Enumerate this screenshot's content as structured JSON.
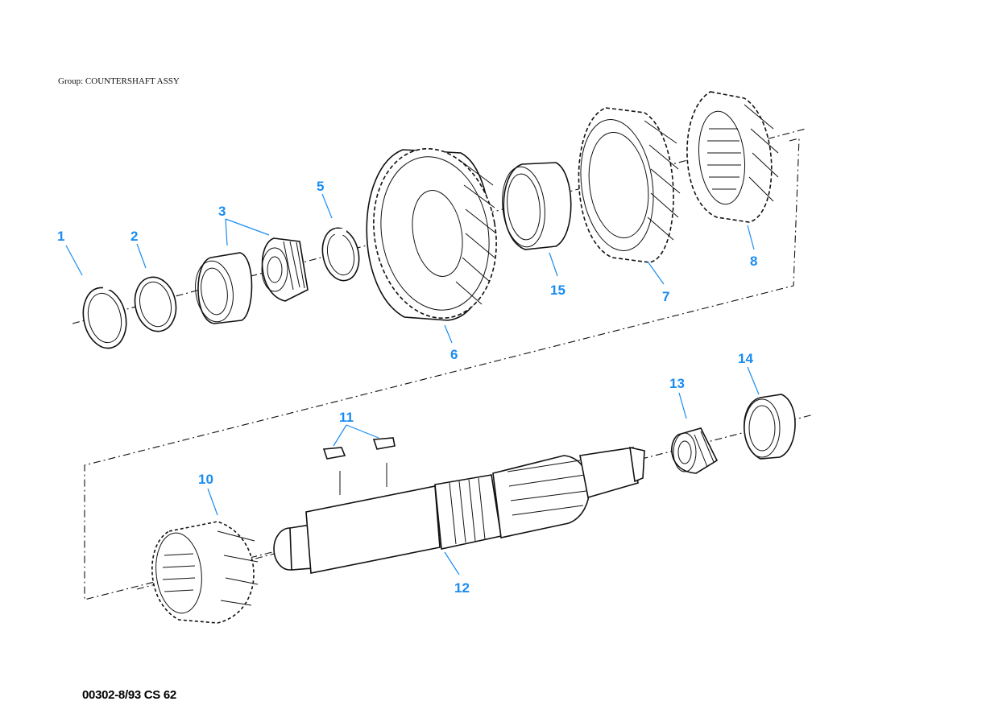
{
  "header": {
    "group_label": "Group: COUNTERSHAFT ASSY"
  },
  "footer": {
    "drawing_code": "00302-8/93 CS 62"
  },
  "colors": {
    "callout": "#1a8cf0",
    "ink": "#111111",
    "background": "#ffffff"
  },
  "callouts": [
    {
      "id": "1",
      "label": "1"
    },
    {
      "id": "2",
      "label": "2"
    },
    {
      "id": "3",
      "label": "3"
    },
    {
      "id": "5",
      "label": "5"
    },
    {
      "id": "6",
      "label": "6"
    },
    {
      "id": "15",
      "label": "15"
    },
    {
      "id": "7",
      "label": "7"
    },
    {
      "id": "8",
      "label": "8"
    },
    {
      "id": "11",
      "label": "11"
    },
    {
      "id": "10",
      "label": "10"
    },
    {
      "id": "12",
      "label": "12"
    },
    {
      "id": "13",
      "label": "13"
    },
    {
      "id": "14",
      "label": "14"
    }
  ]
}
